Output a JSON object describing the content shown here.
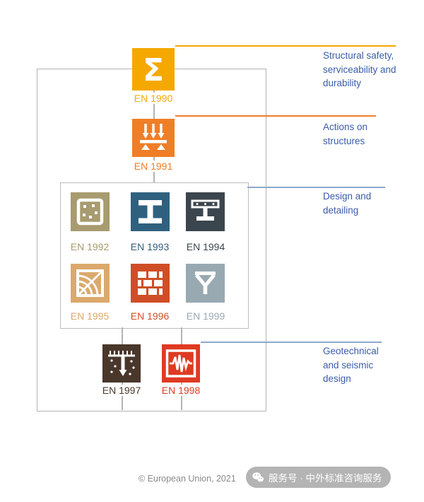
{
  "nodes": {
    "en1990": {
      "label": "EN 1990",
      "color": "#F5A800",
      "symbol": "Σ"
    },
    "en1991": {
      "label": "EN 1991",
      "color": "#F07E26"
    },
    "en1992": {
      "label": "EN 1992",
      "color": "#A79B6F"
    },
    "en1993": {
      "label": "EN 1993",
      "color": "#2F617F"
    },
    "en1994": {
      "label": "EN 1994",
      "color": "#3B454D"
    },
    "en1995": {
      "label": "EN 1995",
      "color": "#DCA96C"
    },
    "en1996": {
      "label": "EN 1996",
      "color": "#D04E27"
    },
    "en1999": {
      "label": "EN 1999",
      "color": "#99A9B2"
    },
    "en1997": {
      "label": "EN 1997",
      "color": "#4A372B"
    },
    "en1998": {
      "label": "EN 1998",
      "color": "#DF3A21"
    }
  },
  "annotations": {
    "structural_safety": {
      "text": "Structural safety, serviceability and durability",
      "line_color": "#F5A800"
    },
    "actions": {
      "text": "Actions on structures",
      "line_color": "#F07E26"
    },
    "design": {
      "text": "Design and detailing",
      "line_color": "#8FA8CC"
    },
    "geotechnical": {
      "text": "Geotechnical and seismic design",
      "line_color": "#8FA8CC"
    }
  },
  "annotation_color": "#3A5CA9",
  "connector_color": "#B3B3B3",
  "footer": {
    "copyright": "© European Union, 2021",
    "watermark": "服务号 · 中外标准咨询服务"
  }
}
